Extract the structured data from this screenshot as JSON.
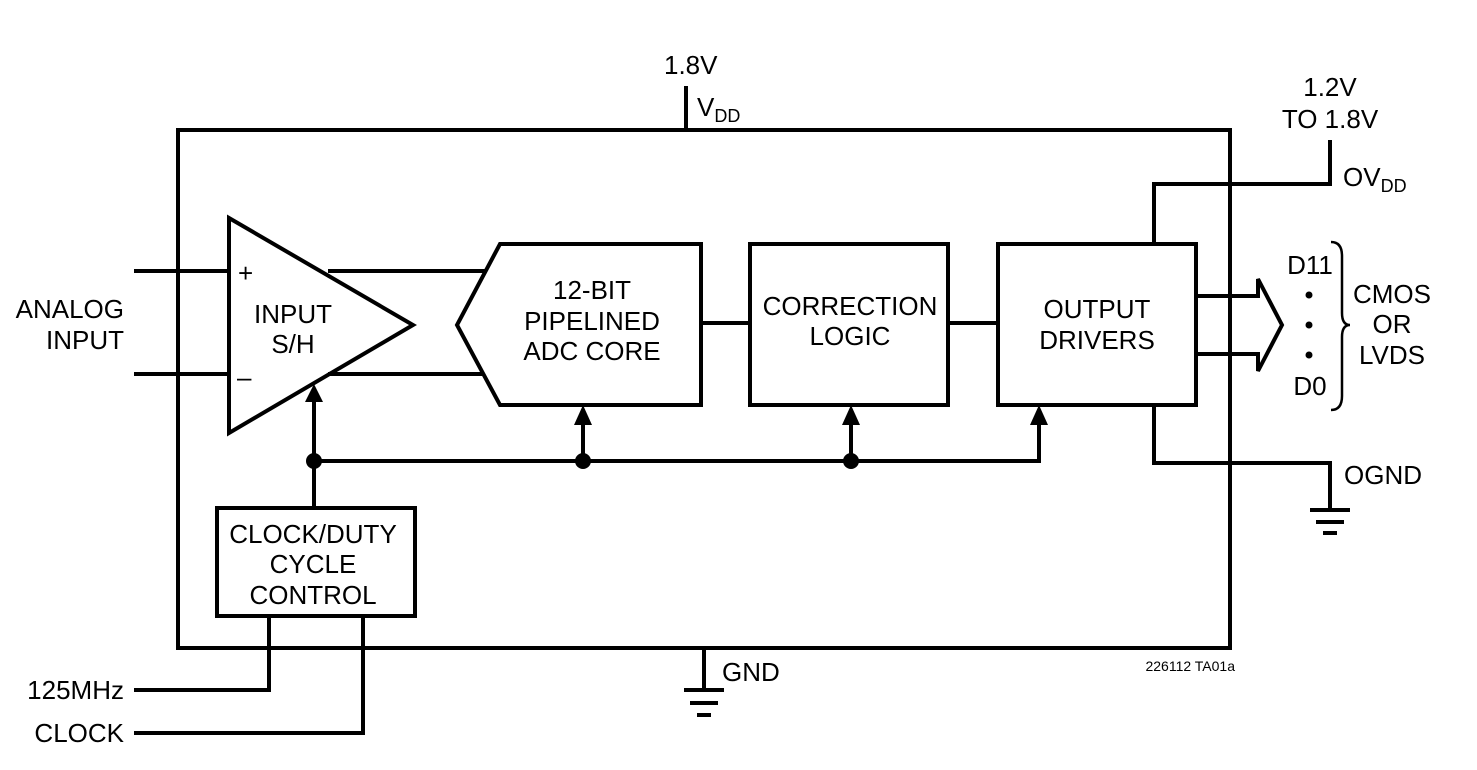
{
  "supplies": {
    "vdd_voltage": "1.8V",
    "vdd_label": "V",
    "vdd_sub": "DD",
    "ovdd_voltage_line1": "1.2V",
    "ovdd_voltage_line2": "TO 1.8V",
    "ovdd_label": "OV",
    "ovdd_sub": "DD",
    "gnd_label": "GND",
    "ognd_label": "OGND"
  },
  "input": {
    "line1": "ANALOG",
    "line2": "INPUT",
    "plus": "+",
    "minus": "–"
  },
  "blocks": {
    "sh": [
      "INPUT",
      "S/H"
    ],
    "adc": [
      "12-BIT",
      "PIPELINED",
      "ADC CORE"
    ],
    "correction": [
      "CORRECTION",
      "LOGIC"
    ],
    "drivers": [
      "OUTPUT",
      "DRIVERS"
    ],
    "clock": [
      "CLOCK/DUTY",
      "CYCLE",
      "CONTROL"
    ]
  },
  "outputs": {
    "msb": "D11",
    "lsb": "D0",
    "type": [
      "CMOS",
      "OR",
      "LVDS"
    ]
  },
  "clock_input": {
    "line1": "125MHz",
    "line2": "CLOCK"
  },
  "figure_id": "226112 TA01a"
}
